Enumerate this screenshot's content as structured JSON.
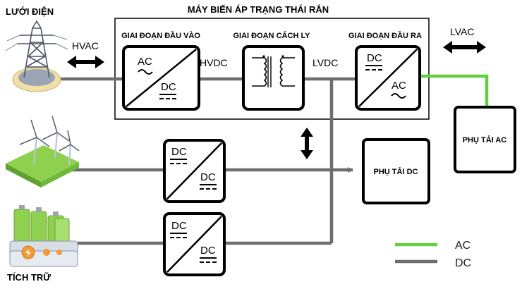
{
  "diagram": {
    "title": "MÁY BIẾN ÁP TRẠNG THÁI RẮN",
    "stages": {
      "input": "GIAI ĐOẠN ĐẦU VÀO",
      "isolation": "GIAI ĐOẠN CÁCH LY",
      "output": "GIAI ĐOẠN ĐẦU RA"
    },
    "bus_labels": {
      "hvac": "HVAC",
      "hvdc": "HVDC",
      "lvdc": "LVDC",
      "lvac": "LVAC"
    },
    "sources": {
      "grid": "LƯỚI ĐIỆN",
      "storage": "TÍCH TRỮ"
    },
    "loads": {
      "ac": "PHỤ TẢI AC",
      "dc": "PHỤ TẢI DC"
    },
    "converters": {
      "input": {
        "top": "AC",
        "bottom": "DC"
      },
      "output": {
        "top": "DC",
        "bottom": "AC"
      },
      "wind": {
        "top": "DC",
        "bottom": "DC"
      },
      "storage": {
        "top": "DC",
        "bottom": "DC"
      }
    },
    "legend": [
      {
        "label": "AC",
        "color": "#66cc44"
      },
      {
        "label": "DC",
        "color": "#6e6e6e"
      }
    ],
    "colors": {
      "ac_line": "#66cc44",
      "dc_line": "#6e6e6e",
      "box": "#000000"
    }
  }
}
